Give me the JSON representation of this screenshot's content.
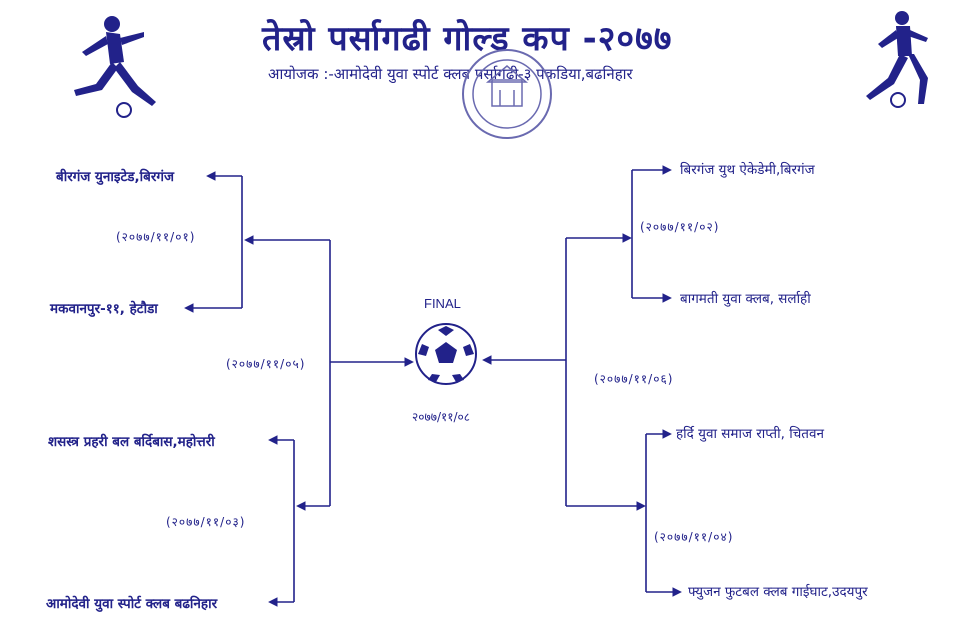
{
  "header": {
    "title": "तेस्रो पर्सागढी गोल्ड कप -२०७७",
    "subtitle": "आयोजक :-आमोदेवी युवा स्पोर्ट क्लब पर्सागढी-३ पकडिया,बढनिहार"
  },
  "left_bracket": {
    "match1": {
      "team_a": "बीरगंज युनाइटेड,बिरगंज",
      "team_b": "मकवानपुर-११, हेटौडा",
      "date": "(२०७७/११/०१)"
    },
    "match2": {
      "team_a": "शसस्त्र प्रहरी बल बर्दिबास,महोत्तरी",
      "team_b": "आमोदेवी युवा स्पोर्ट क्लब बढनिहार",
      "date": "(२०७७/११/०३)"
    },
    "semifinal_date": "(२०७७/११/०५)"
  },
  "right_bracket": {
    "match1": {
      "team_a": "बिरगंज युथ ऐकेडेमी,बिरगंज",
      "team_b": "बागमती युवा क्लब, सर्लाही",
      "date": "(२०७७/११/०२)"
    },
    "match2": {
      "team_a": "हर्दि युवा समाज राप्ती, चितवन",
      "team_b": "फ्युजन फुटबल क्लब गाईघाट,उदयपुर",
      "date": "(२०७७/११/०४)"
    },
    "semifinal_date": "(२०७७/११/०६)"
  },
  "final": {
    "label": "FINAL",
    "date": "२०७७/११/०८"
  },
  "colors": {
    "ink": "#22228a",
    "background": "#ffffff"
  },
  "icons": [
    "football-player-left",
    "football-player-right",
    "club-seal",
    "football-icon"
  ]
}
